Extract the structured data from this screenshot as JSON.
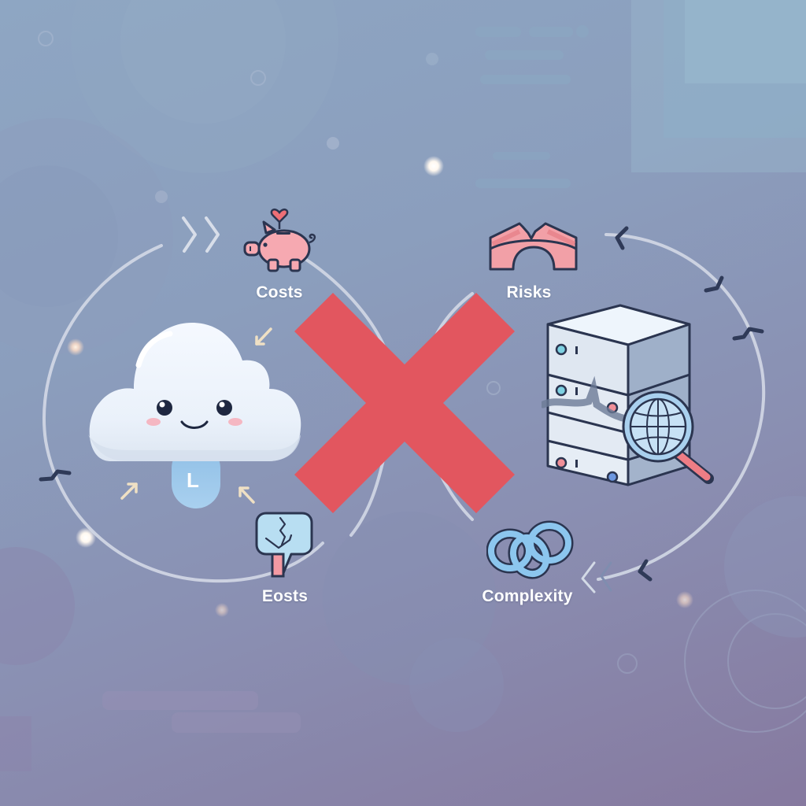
{
  "scene": {
    "title": "Cloud vs On-Premises Infinity Loop",
    "colors": {
      "background_top": "#8ea6c3",
      "background_bottom": "#86799f",
      "cross": "#e2565f",
      "loop_stroke": "#d3d8e6",
      "outline": "#2b3550",
      "pink": "#f4a3aa",
      "light_blue": "#a9d3ee"
    }
  },
  "labels": {
    "costs": "Costs",
    "risks": "Risks",
    "eosts": "Eosts",
    "complexity": "Complexity",
    "cloud_badge": "L"
  },
  "icons": [
    {
      "name": "piggy-bank-icon",
      "label": "Costs"
    },
    {
      "name": "broken-bridge-icon",
      "label": "Risks"
    },
    {
      "name": "cracked-sign-icon",
      "label": "Eosts"
    },
    {
      "name": "tangled-knot-icon",
      "label": "Complexity"
    },
    {
      "name": "cloud-mascot-icon",
      "label": ""
    },
    {
      "name": "server-stack-icon",
      "label": ""
    },
    {
      "name": "globe-magnifier-icon",
      "label": ""
    },
    {
      "name": "red-cross-icon",
      "label": ""
    }
  ]
}
